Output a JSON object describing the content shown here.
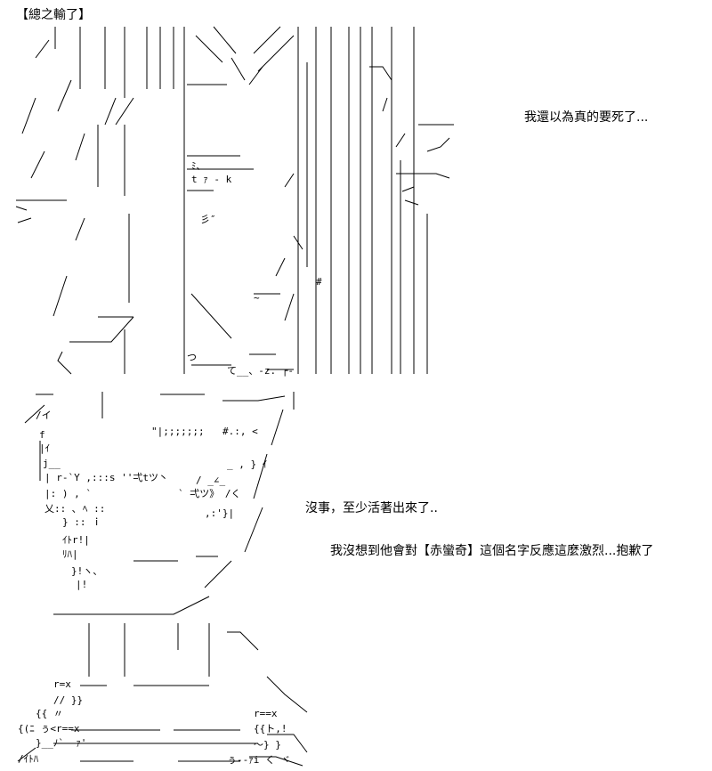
{
  "panel1": {
    "title": "【總之輸了】",
    "dialogue": "我還以為真的要死了..."
  },
  "panel2": {
    "dialogue_1": "沒事，至少活著出來了..",
    "dialogue_2": "我沒想到他會對【赤蠻奇】這個名字反應這麼激烈...抱歉了"
  }
}
